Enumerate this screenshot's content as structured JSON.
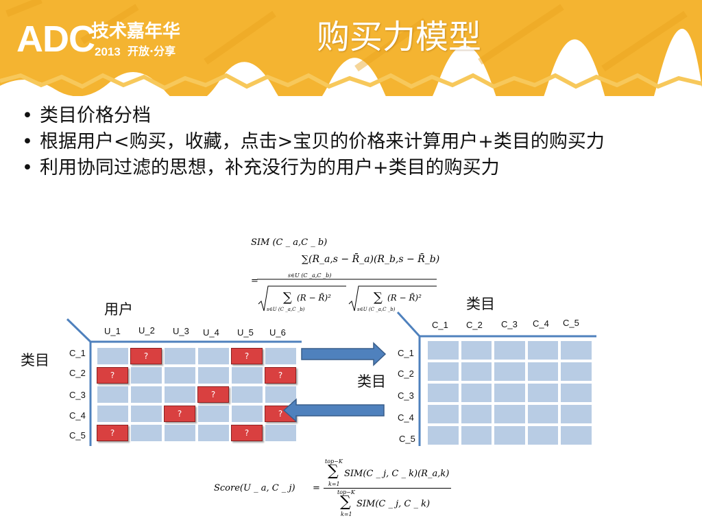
{
  "header": {
    "logo_main": "ADC",
    "logo_sub1": "技术嘉年华",
    "logo_year": "2013",
    "logo_sub2": "开放·分享",
    "title": "购买力模型",
    "color": "#f4b431"
  },
  "bullets": [
    "类目价格分档",
    "根据用户<购买，收藏，点击>宝贝的价格来计算用户+类目的购买力",
    "利用协同过滤的思想，补充没行为的用户+类目的购买力"
  ],
  "left_matrix": {
    "top_axis_label": "用户",
    "side_axis_label": "类目",
    "columns": [
      "U_1",
      "U_2",
      "U_3",
      "U_4",
      "U_5",
      "U_6"
    ],
    "rows": [
      "C_1",
      "C_2",
      "C_3",
      "C_4",
      "C_5"
    ],
    "unknown_symbol": "?",
    "unknown_cells": [
      [
        0,
        1
      ],
      [
        0,
        4
      ],
      [
        1,
        0
      ],
      [
        1,
        5
      ],
      [
        2,
        3
      ],
      [
        3,
        2
      ],
      [
        3,
        5
      ],
      [
        4,
        0
      ],
      [
        4,
        4
      ]
    ]
  },
  "right_matrix": {
    "top_axis_label": "类目",
    "side_axis_label": "类目",
    "columns": [
      "C_1",
      "C_2",
      "C_3",
      "C_4",
      "C_5"
    ],
    "rows": [
      "C_1",
      "C_2",
      "C_3",
      "C_4",
      "C_5"
    ]
  },
  "colors": {
    "cell": "#b8cce4",
    "cell_border": "#ffffff",
    "unknown_fill": "#d94040",
    "arrow": "#4f81bd",
    "axis": "#4f81bd"
  },
  "formula_sim": {
    "lhs": "SIM (C _ a,C _ b)",
    "numerator": "∑(R_a,s − R̄_a)(R_b,s − R̄_b)",
    "sum_index": "s∈U (C _a,C _b)"
  },
  "formula_score": {
    "lhs": "Score(U _ a, C _ j)",
    "sum_top": "top−K",
    "sum_bottom": "k=1",
    "numerator": "SIM(C _ j, C _ k)(R_a,k)",
    "denominator": "SIM(C _ j, C _ k)"
  }
}
